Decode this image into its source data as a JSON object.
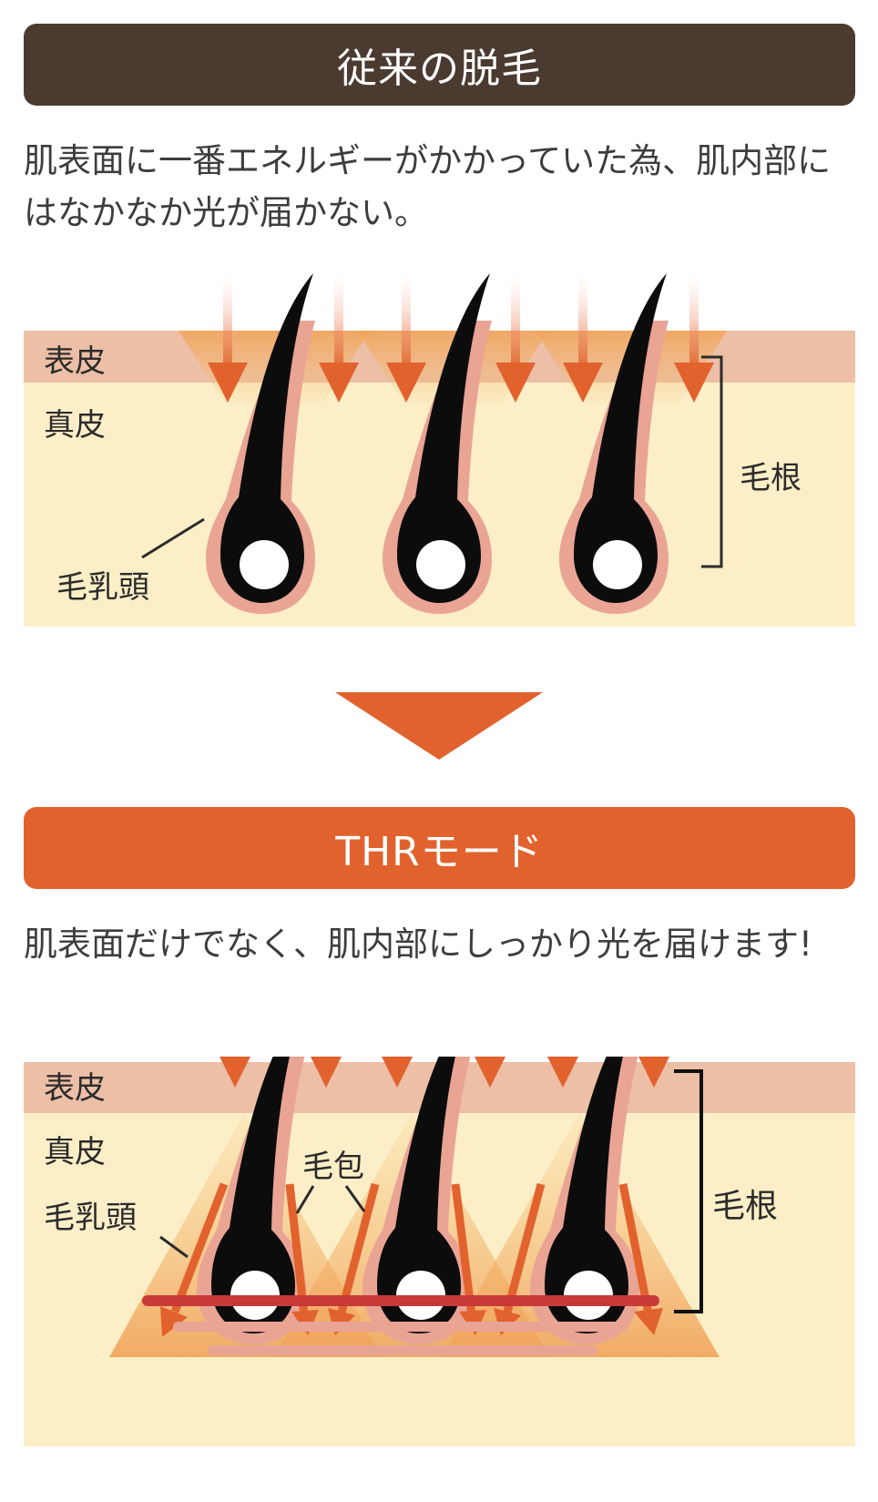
{
  "sections": {
    "conventional": {
      "title": "従来の脱毛",
      "description": "肌表面に一番エネルギーがかかっていた為、肌内部にはなかなか光が届かない。",
      "labels": {
        "epidermis": "表皮",
        "dermis": "真皮",
        "papilla": "毛乳頭",
        "root": "毛根"
      }
    },
    "thr": {
      "title": "THRモード",
      "description": "肌表面だけでなく、肌内部にしっかり光を届けます!",
      "labels": {
        "epidermis": "表皮",
        "dermis": "真皮",
        "follicle": "毛包",
        "papilla": "毛乳頭",
        "root": "毛根"
      }
    }
  },
  "colors": {
    "dark_banner": "#4a3a30",
    "accent_orange": "#e2622e",
    "skin_dermis": "#fcefc8",
    "skin_epidermis": "#ecbfa6",
    "arrow": "#e2622e",
    "hair": "#0c0c0c",
    "sheath": "#e9a494",
    "heat_line": "#c8393a"
  }
}
